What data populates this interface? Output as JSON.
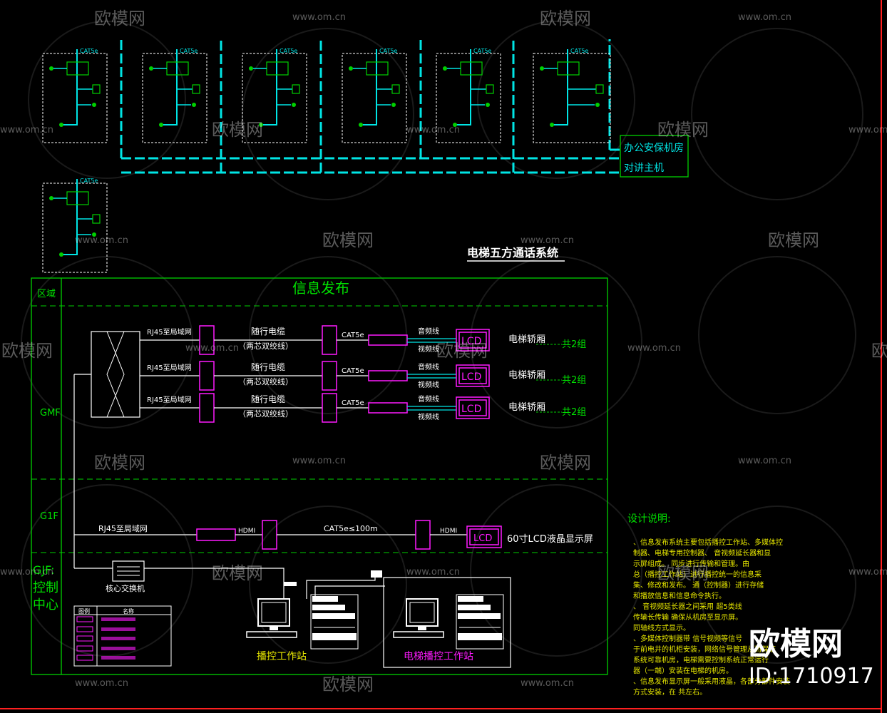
{
  "watermark": {
    "brand": "欧模网",
    "url": "www.om.cn"
  },
  "elevator": {
    "title": "电梯五方通话系统",
    "cable_label": "CAT5e",
    "host_line1": "办公安保机房",
    "host_line2": "对讲主机"
  },
  "info": {
    "title": "信息发布",
    "zone_header": "区域",
    "zones": {
      "gmf": "GMF",
      "g1f": "G1F",
      "gjf": "GJF:",
      "control1": "控制",
      "control2": "中心"
    },
    "rows": [
      {
        "rj45": "RJ45至局域网",
        "cable1": "随行电缆",
        "cable2": "（两芯双绞线）",
        "cat": "CAT5e",
        "audio": "音频线",
        "video": "视频线",
        "screen": "LCD",
        "car": "电梯轿厢",
        "count": "共2组"
      },
      {
        "rj45": "RJ45至局域网",
        "cable1": "随行电缆",
        "cable2": "（两芯双绞线）",
        "cat": "CAT5e",
        "audio": "音频线",
        "video": "视频线",
        "screen": "LCD",
        "car": "电梯轿厢",
        "count": "共2组"
      },
      {
        "rj45": "RJ45至局域网",
        "cable1": "随行电缆",
        "cable2": "（两芯双绞线）",
        "cat": "CAT5e",
        "audio": "音频线",
        "video": "视频线",
        "screen": "LCD",
        "car": "电梯轿厢",
        "count": "共2组"
      }
    ],
    "g1f": {
      "rj45": "RJ45至局域网",
      "hdmi1": "HDMI",
      "cat": "CAT5e≤100m",
      "hdmi2": "HDMI",
      "screen": "LCD",
      "display": "60寸LCD液晶显示屏"
    },
    "core_switch": "核心交换机",
    "ws1": "播控工作站",
    "ws2": "电梯播控工作站",
    "legend_headers": [
      "图例",
      "名称"
    ]
  },
  "notes": {
    "title": "设计说明:",
    "lines": [
      "、信息发布系统主要包括播控工作站、多媒体控",
      "制器、电梯专用控制器、    音视频延长器和显",
      "示屏组成。        同步进行传输和管理。由",
      "总（播控工作站）进行播控统一的信息采",
      "集、修改和发布。      通（控制器）进行存储",
      "和播放信息和信息命令执行。",
      "、    音视频延长器之间采用      超5类线",
      "传输长传输      确保从机房至显示屏。",
      "同轴线方式显示。",
      "、多媒体控制器带      信号视频等信号",
      "于前电井的机柜安装，网络信号管理从而保证",
      "系统可靠机房，电梯需要控制系统正常运行",
      "器（一端）安装在电梯的机房。",
      "、信息发布显示屏一般采用液晶，各部分部件安装",
      "方式安装，在      共左右。"
    ]
  },
  "stamp": {
    "brand": "欧模网",
    "id": "ID:1710917"
  }
}
